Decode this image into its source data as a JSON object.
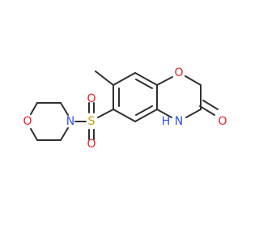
{
  "colors": {
    "carbon_bond": "#303030",
    "oxygen": "#e8202a",
    "nitrogen": "#3050f8",
    "sulfur": "#c8a000",
    "background": "#ffffff"
  },
  "atoms": {
    "ring_oxygen": "O",
    "carbonyl_oxygen": "O",
    "amide_nitrogen": "N",
    "amide_hydrogen": "H",
    "sulfur": "S",
    "sulfonyl_oxygen_top": "O",
    "sulfonyl_oxygen_bottom": "O",
    "morpholine_nitrogen": "N",
    "morpholine_oxygen": "O"
  }
}
